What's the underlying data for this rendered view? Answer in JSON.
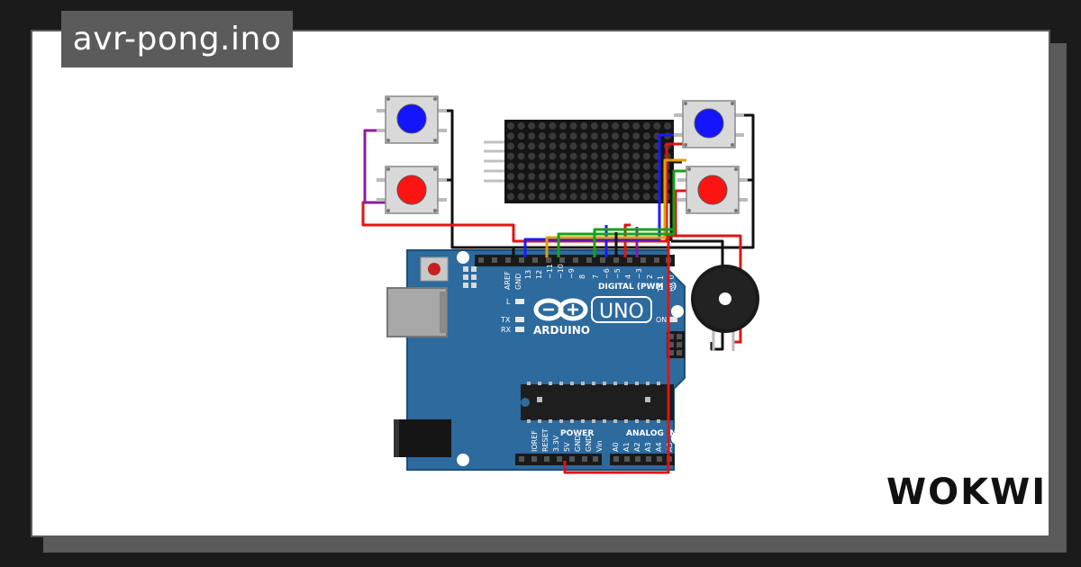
{
  "project": {
    "title": "avr-pong.ino"
  },
  "brand": {
    "name": "WOKWI"
  },
  "board": {
    "name": "UNO",
    "maker": "ARDUINO",
    "digital_header": "DIGITAL (PWM ~)",
    "power_header": "POWER",
    "analog_header": "ANALOG IN",
    "led_l": "L",
    "led_tx": "TX",
    "led_rx": "RX",
    "led_on": "ON",
    "aref": "AREF",
    "gnd": "GND",
    "digital_pins": [
      "13",
      "12",
      "~11",
      "~10",
      "~9",
      "8",
      "7",
      "~6",
      "~5",
      "4",
      "~3",
      "2",
      "TX 1",
      "RX 0"
    ],
    "power_pins": [
      "IOREF",
      "RESET",
      "3.3V",
      "5V",
      "GND",
      "GND",
      "Vin"
    ],
    "analog_pins": [
      "A0",
      "A1",
      "A2",
      "A3",
      "A4",
      "A5"
    ]
  },
  "components": {
    "buttons": [
      {
        "id": "btn-left-up",
        "color": "#1414ff"
      },
      {
        "id": "btn-left-down",
        "color": "#ff1414"
      },
      {
        "id": "btn-right-up",
        "color": "#1414ff"
      },
      {
        "id": "btn-right-down",
        "color": "#ff1414"
      }
    ],
    "matrix": {
      "cols": 16,
      "rows": 8
    },
    "buzzer": {
      "present": true
    }
  },
  "colors": {
    "background": "#1b1b1b",
    "card": "#ffffff",
    "title_bg": "#5b5b5b",
    "board": "#2d6a9e",
    "wire_black": "#111111",
    "wire_red": "#e01414",
    "wire_blue": "#1a1aff",
    "wire_green": "#18a018",
    "wire_orange": "#e0a000",
    "wire_purple": "#8a1aa0"
  }
}
